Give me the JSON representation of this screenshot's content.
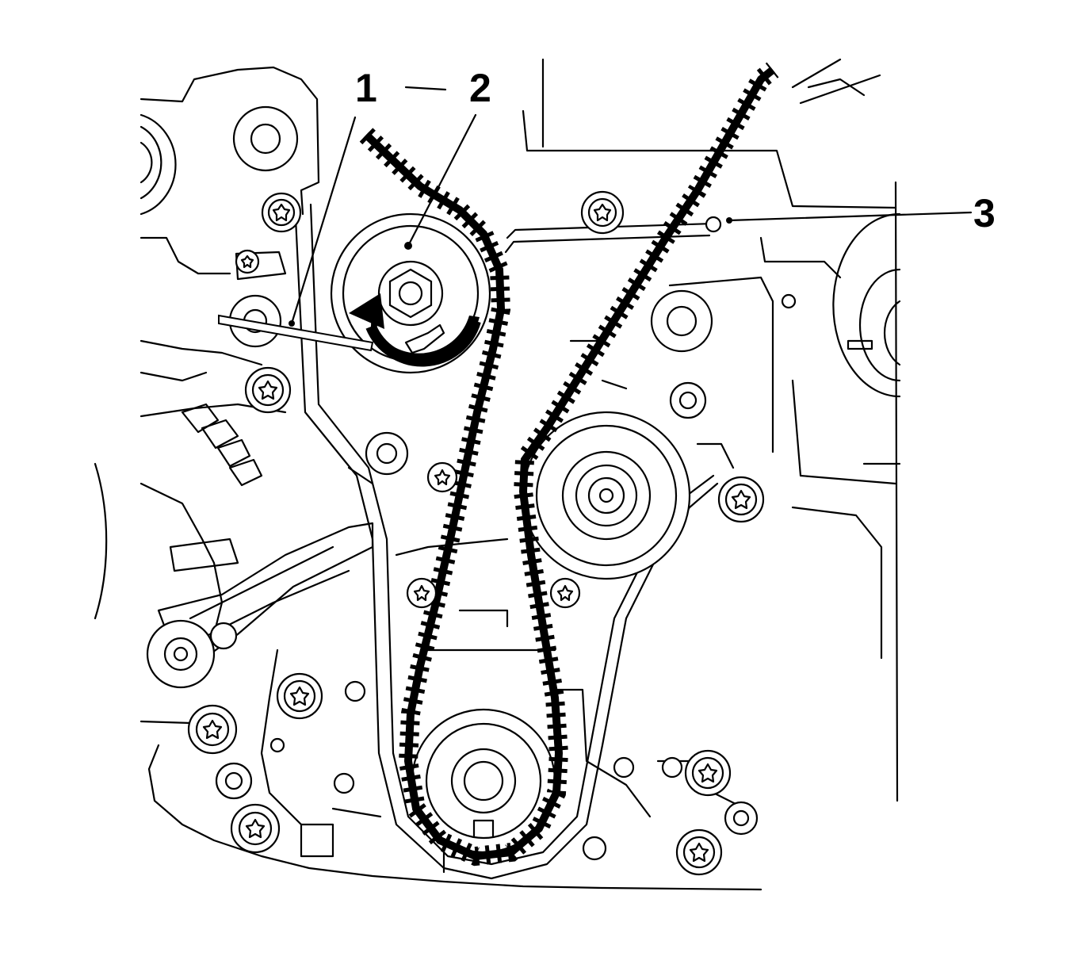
{
  "callouts": [
    {
      "label": "1"
    },
    {
      "label": "2"
    },
    {
      "label": "3"
    }
  ],
  "colors": {
    "ink": "#000000",
    "paper": "#ffffff"
  },
  "icons": [
    "rotation-arrow-icon",
    "torx-bolt-icon"
  ]
}
